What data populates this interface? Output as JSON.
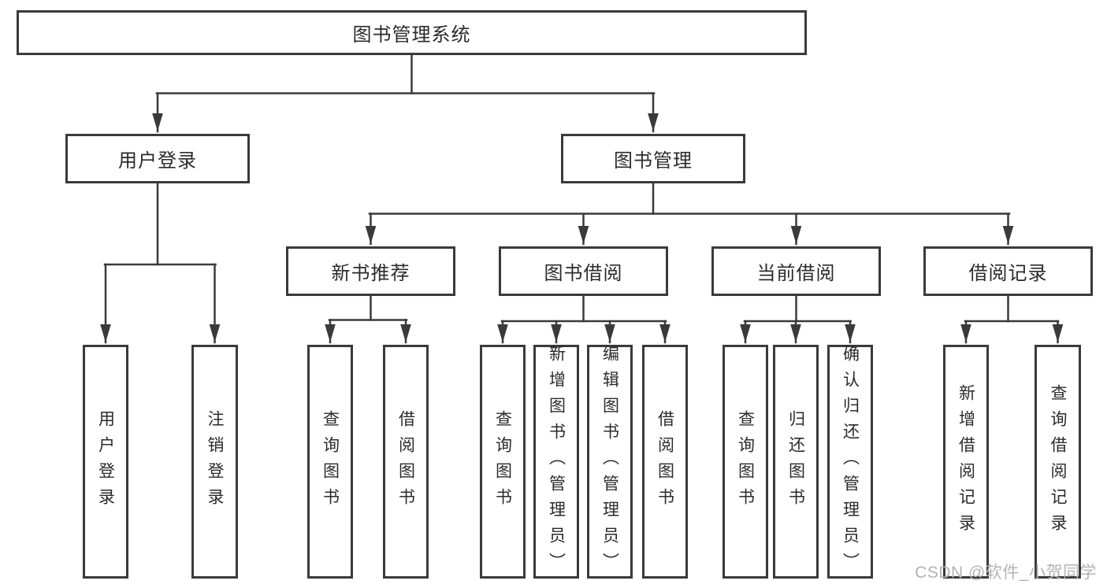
{
  "root": {
    "label": "图书管理系统"
  },
  "branches": [
    {
      "label": "用户登录",
      "children": [
        "用户登录",
        "注销登录"
      ]
    },
    {
      "label": "图书管理",
      "sections": [
        {
          "label": "新书推荐",
          "children": [
            "查询图书",
            "借阅图书"
          ]
        },
        {
          "label": "图书借阅",
          "children": [
            "查询图书",
            "新增图书（管理员）",
            "编辑图书（管理员）",
            "借阅图书"
          ]
        },
        {
          "label": "当前借阅",
          "children": [
            "查询图书",
            "归还图书",
            "确认归还（管理员）"
          ]
        },
        {
          "label": "借阅记录",
          "children": [
            "新增借阅记录",
            "查询借阅记录"
          ]
        }
      ]
    }
  ],
  "watermark": {
    "text": "CSDN @软件_小贺同学"
  },
  "colors": {
    "line": "#3a3a3a",
    "text": "#2b2b2b",
    "watermark": "#b3b3b3",
    "background": "#ffffff"
  }
}
